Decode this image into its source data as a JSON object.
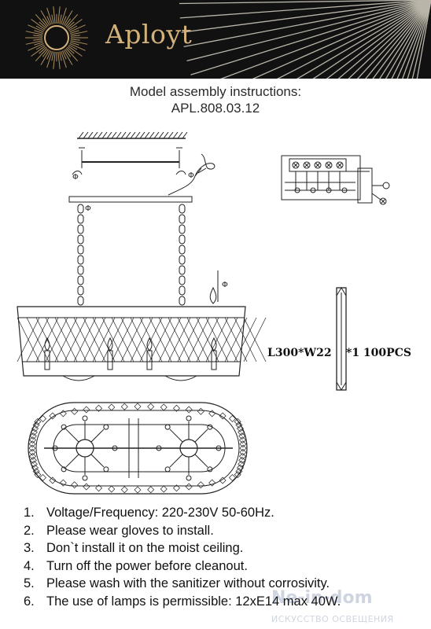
{
  "header": {
    "brand": "Aployt"
  },
  "document": {
    "title_line1": "Model assembly instructions:",
    "title_line2": "APL.808.03.12"
  },
  "parts": {
    "crystal_rod_size": "L300*W22",
    "crystal_rod_count": "*1  100PCS"
  },
  "instructions": [
    {
      "num": "1.",
      "text": "Voltage/Frequency: 220-230V 50-60Hz."
    },
    {
      "num": "2.",
      "text": "Please wear gloves to install."
    },
    {
      "num": "3.",
      "text": "Don`t install it on the moist ceiling."
    },
    {
      "num": "4.",
      "text": "Turn off the power before cleanout."
    },
    {
      "num": "5.",
      "text": "Please wash with the sanitizer without corrosivity."
    },
    {
      "num": "6.",
      "text": "The use of lamps is permissible: 12xE14 max 40W."
    }
  ],
  "watermark": {
    "line1": "Ne-in-dom",
    "line2": "ИСКУССТВО ОСВЕЩЕНИЯ"
  },
  "colors": {
    "header_bg": "#111111",
    "brand_gold": "#d2b27a",
    "line_dark": "#222222"
  },
  "icons": [
    "sun-logo-icon",
    "light-rays-decoration"
  ]
}
